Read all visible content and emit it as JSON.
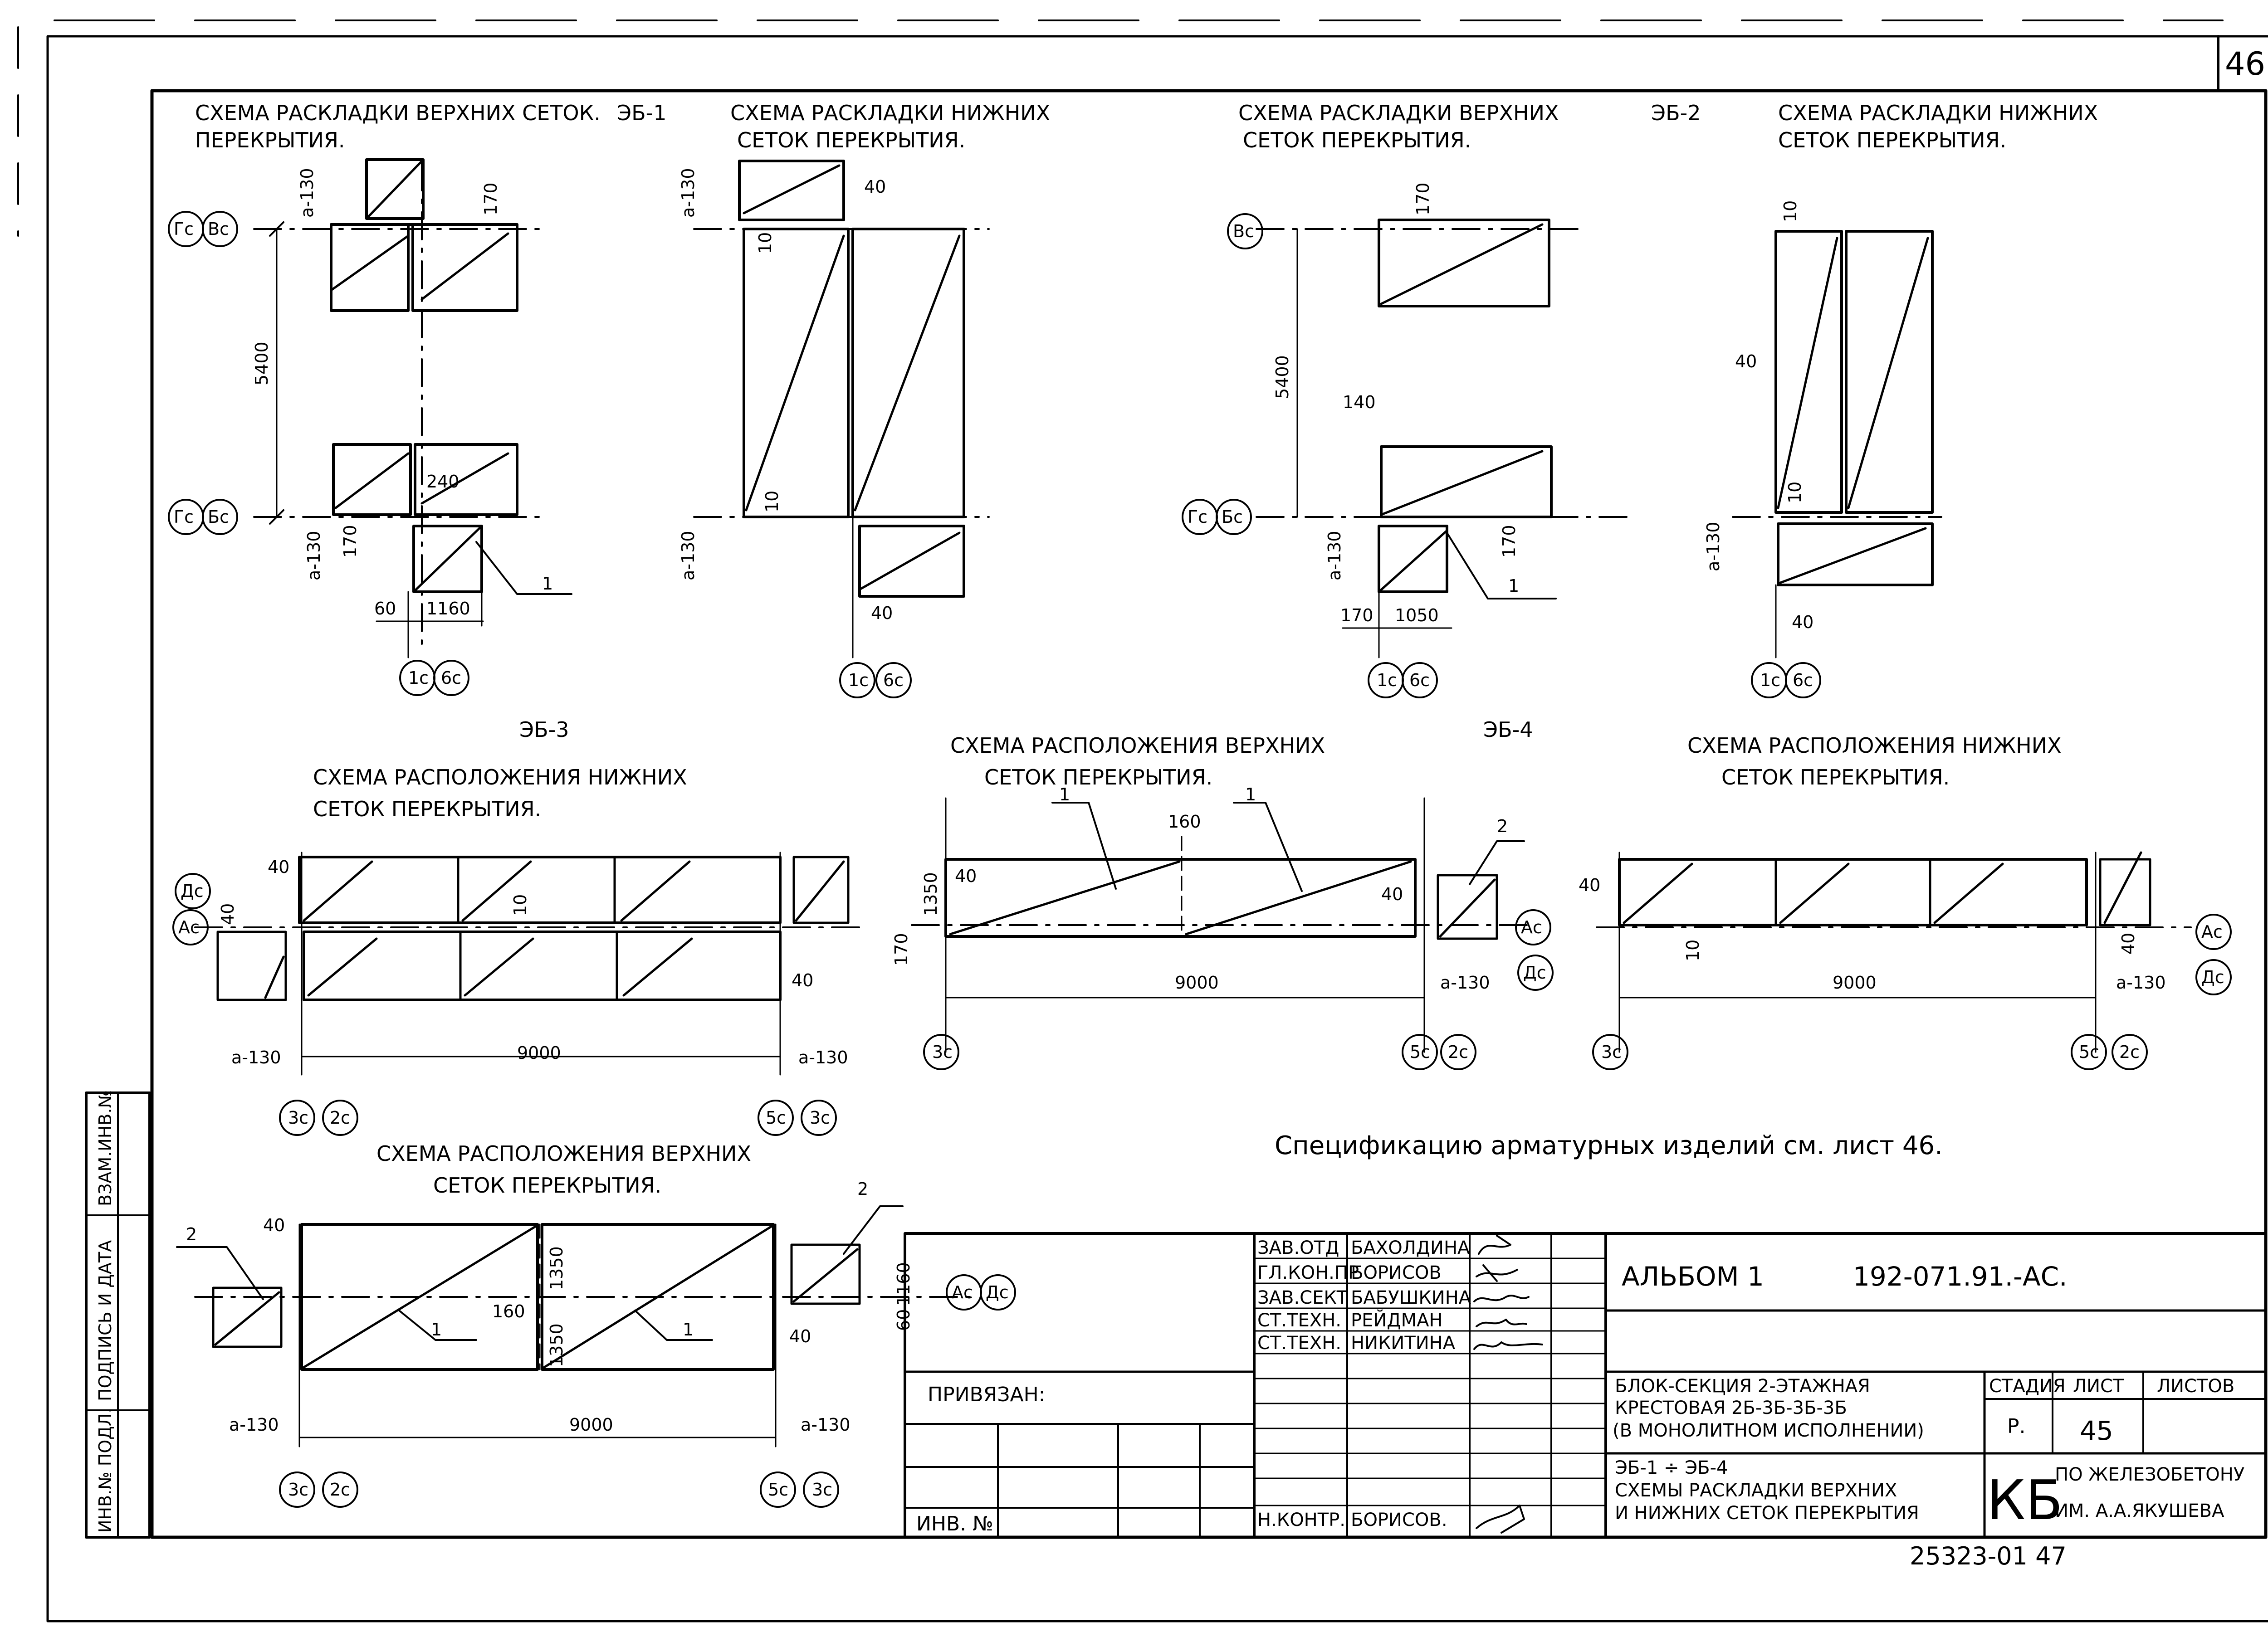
{
  "sheet": {
    "top_number": "46",
    "bottom_code": "25323-01  47"
  },
  "spec_note": "Спецификацию арматурных изделий см. лист 46.",
  "eb1": {
    "mark": "ЭБ-1",
    "top_title": [
      "СХЕМА РАСКЛАДКИ ВЕРХНИХ СЕТОК.",
      "ПЕРЕКРЫТИЯ."
    ],
    "bottom_title": [
      "СХЕМА РАСКЛАДКИ НИЖНИХ",
      "СЕТОК ПЕРЕКРЫТИЯ."
    ],
    "dims": {
      "span": "5400",
      "a130a": "a-130",
      "a130b": "a-130",
      "d170a": "170",
      "d170b": "170",
      "d240": "240",
      "d60": "60",
      "d1160": "1160",
      "d40a": "40",
      "d40b": "40",
      "d10a": "10",
      "d10b": "10"
    },
    "axes": {
      "gc": "Гс",
      "vc": "Вс",
      "gc2": "Гс",
      "bc": "Бс",
      "c1": "1с",
      "c6": "6с",
      "c1b": "1с",
      "c6b": "6с"
    },
    "callout": "1"
  },
  "eb2": {
    "mark": "ЭБ-2",
    "top_title": [
      "СХЕМА РАСКЛАДКИ ВЕРХНИХ",
      "СЕТОК ПЕРЕКРЫТИЯ."
    ],
    "bottom_title": [
      "СХЕМА РАСКЛАДКИ НИЖНИХ",
      "СЕТОК ПЕРЕКРЫТИЯ."
    ],
    "dims": {
      "span": "5400",
      "d170a": "170",
      "d140": "140",
      "a130": "a-130",
      "d170b": "170",
      "d170c": "170",
      "d1050": "1050",
      "d10a": "10",
      "d40a": "40",
      "d10b": "10",
      "a130b": "a-130",
      "d40b": "40"
    },
    "axes": {
      "vc": "Вс",
      "gc": "Гс",
      "bc": "Бс",
      "c1": "1с",
      "c6": "6с",
      "c1b": "1с",
      "c6b": "6с"
    },
    "callout": "1"
  },
  "eb3": {
    "mark": "ЭБ-3",
    "bottom_title": [
      "СХЕМА РАСПОЛОЖЕНИЯ НИЖНИХ",
      "СЕТОК ПЕРЕКРЫТИЯ."
    ],
    "top_title": [
      "СХЕМА РАСПОЛОЖЕНИЯ ВЕРХНИХ",
      "СЕТОК ПЕРЕКРЫТИЯ."
    ],
    "dims": {
      "span": "9000",
      "span2": "9000",
      "a130l": "a-130",
      "a130r": "a-130",
      "a130l2": "a-130",
      "a130r2": "a-130",
      "d40a": "40",
      "d40b": "40",
      "d10": "10",
      "d40c": "40",
      "d40d": "40",
      "d1350a": "1350",
      "d1350b": "1350",
      "d160": "160",
      "d40e": "40",
      "d1160": "1160",
      "d60": "60"
    },
    "axes": {
      "dc": "Дс",
      "ac": "Ас",
      "c3": "3с",
      "c2": "2с",
      "c5": "5с",
      "c3b": "3с",
      "c3c": "3с",
      "c2c": "2с",
      "c5c": "5с",
      "c3d": "3с",
      "ac2": "Ас",
      "dc2": "Дс"
    },
    "callouts": {
      "one_a": "1",
      "one_b": "1",
      "two_a": "2",
      "two_b": "2"
    }
  },
  "eb4": {
    "mark": "ЭБ-4",
    "top_title": [
      "СХЕМА РАСПОЛОЖЕНИЯ ВЕРХНИХ",
      "СЕТОК ПЕРЕКРЫТИЯ."
    ],
    "bottom_title": [
      "СХЕМА РАСПОЛОЖЕНИЯ НИЖНИХ",
      "СЕТОК ПЕРЕКРЫТИЯ."
    ],
    "dims": {
      "span": "9000",
      "span2": "9000",
      "d1350": "1350",
      "d170": "170",
      "d40a": "40",
      "d40b": "40",
      "d160": "160",
      "a130": "a-130",
      "a130b": "a-130",
      "d40c": "40",
      "d10": "10",
      "d40d": "40"
    },
    "axes": {
      "ac": "Ас",
      "dc": "Дс",
      "c3": "3с",
      "c5": "5с",
      "c2": "2с",
      "ac2": "Ас",
      "dc2": "Дс",
      "c3b": "3с",
      "c5b": "5с",
      "c2b": "2с"
    },
    "callouts": {
      "one_a": "1",
      "one_b": "1",
      "two": "2"
    }
  },
  "stamp": {
    "roles": [
      "ЗАВ.ОТД",
      "ГЛ.КОН.ПР",
      "ЗАВ.СЕКТ",
      "СТ.ТЕХН.",
      "СТ.ТЕХН."
    ],
    "names": [
      "БАХОЛДИНА",
      "БОРИСОВ",
      "БАБУШКИНА",
      "РЕЙДМАН",
      "НИКИТИНА"
    ],
    "nkontr_role": "Н.КОНТР.",
    "nkontr_name": "БОРИСОВ.",
    "privyazan": "ПРИВЯЗАН:",
    "inv_no": "ИНВ. №",
    "album": "АЛЬБОМ 1",
    "doc_code": "192-071.91.-АС.",
    "title_lines": [
      "БЛОК-СЕКЦИЯ 2-ЭТАЖНАЯ",
      "КРЕСТОВАЯ 2Б-3Б-3Б-3Б",
      "(В МОНОЛИТНОМ ИСПОЛНЕНИИ)"
    ],
    "sheet_title_lines": [
      "ЭБ-1 ÷ ЭБ-4",
      "СХЕМЫ РАСКЛАДКИ ВЕРХНИХ",
      "И НИЖНИХ СЕТОК ПЕРЕКРЫТИЯ"
    ],
    "stage_header": "СТАДИЯ",
    "sheet_header": "ЛИСТ",
    "sheets_header": "ЛИСТОВ",
    "stage": "Р.",
    "sheet": "45",
    "org_logo": "КБ",
    "org_lines": [
      "ПО ЖЕЛЕЗОБЕТОНУ",
      "ИМ. А.А.ЯКУШЕВА"
    ]
  },
  "side_stamp": [
    "ВЗАМ.ИНВ.№",
    "ПОДПИСЬ И ДАТА",
    "ИНВ.№ ПОДЛ."
  ]
}
